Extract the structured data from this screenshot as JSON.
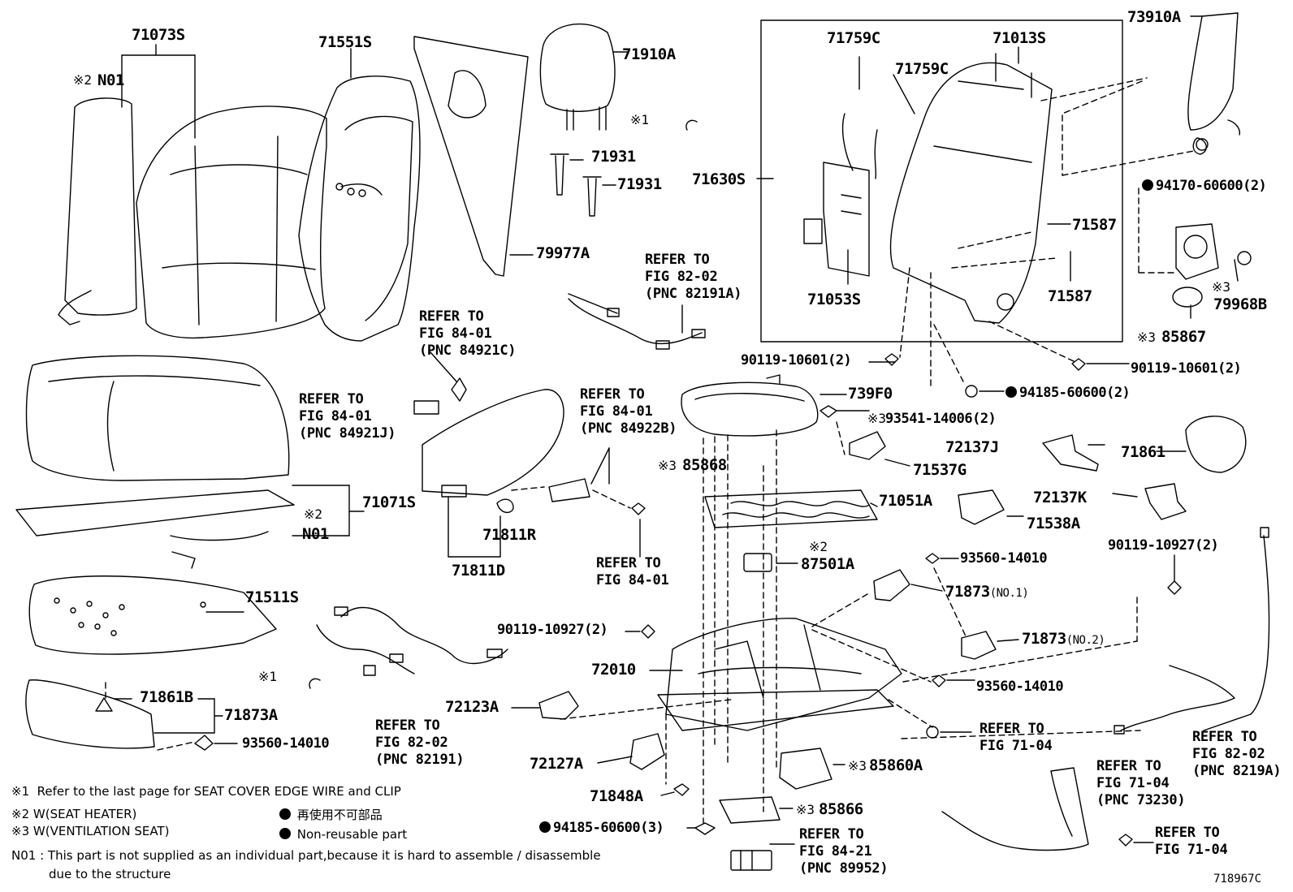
{
  "drawing_id": "718967C",
  "parts": {
    "p71073S": "71073S",
    "p71551S": "71551S",
    "p71910A": "71910A",
    "p71931a": "71931",
    "p71931b": "71931",
    "p79977A": "79977A",
    "pN01a": "N01",
    "pN01b": "N01",
    "p71071S": "71071S",
    "p71511S": "71511S",
    "p71861B": "71861B",
    "p71873A": "71873A",
    "p93560a": "93560-14010",
    "p71811R": "71811R",
    "p71811D": "71811D",
    "p71759Ca": "71759C",
    "p71759Cb": "71759C",
    "p71013S": "71013S",
    "p71630S": "71630S",
    "p71053S": "71053S",
    "p71587a": "71587",
    "p71587b": "71587",
    "p73910A": "73910A",
    "p94170": "94170-60600(2)",
    "p79968B": "79968B",
    "p85867": "85867",
    "p90119a": "90119-10601(2)",
    "p90119b": "90119-10601(2)",
    "p94185a": "94185-60600(2)",
    "p739F0": "739F0",
    "p93541": "93541-14006(2)",
    "p85868": "85868",
    "p72137J": "72137J",
    "p71537G": "71537G",
    "p71861": "71861",
    "p71051A": "71051A",
    "p72137K": "72137K",
    "p71538A": "71538A",
    "p87501A": "87501A",
    "p93560b": "93560-14010",
    "p90119c": "90119-10927(2)",
    "p71873a": "71873",
    "p71873b": "71873",
    "p90119d": "90119-10927(2)",
    "p72010": "72010",
    "p93560c": "93560-14010",
    "p72123A": "72123A",
    "p72127A": "72127A",
    "p85860A": "85860A",
    "p71848A": "71848A",
    "p85866": "85866",
    "p94185b": "94185-60600(3)"
  },
  "sub": {
    "no1": "(NO.1)",
    "no2": "(NO.2)"
  },
  "marks": {
    "m1a": "※1",
    "m1b": "※1",
    "m2a": "※2",
    "m2b": "※2",
    "m2c": "※2",
    "m3a": "※3",
    "m3b": "※3",
    "m3c": "※3",
    "m3d": "※3",
    "m3e": "※3",
    "m3f": "※3"
  },
  "refs": {
    "r82191A": "REFER TO\nFIG 82-02\n(PNC 82191A)",
    "r84921C": "REFER TO\nFIG 84-01\n(PNC 84921C)",
    "r84921J": "REFER TO\nFIG 84-01\n(PNC 84921J)",
    "r84922B": "REFER TO\nFIG 84-01\n(PNC 84922B)",
    "r8401": "REFER TO\nFIG 84-01",
    "r82191": "REFER TO\nFIG 82-02\n(PNC 82191)",
    "r7104a": "REFER TO\nFIG 71-04",
    "r73230": "REFER TO\nFIG 71-04\n(PNC 73230)",
    "r8219A": "REFER TO\nFIG 82-02\n(PNC 8219A)",
    "r7104b": "REFER TO\nFIG 71-04",
    "r89952": "REFER TO\nFIG 84-21\n(PNC 89952)"
  },
  "notes": {
    "n1_mark": "※1",
    "n1": "Refer to the last page for SEAT COVER EDGE WIRE and CLIP",
    "n2_mark": "※2",
    "n2": "W(SEAT HEATER)",
    "n3_mark": "※3",
    "n3": "W(VENTILATION SEAT)",
    "legend_jp": "再使用不可部品",
    "legend_en": "Non-reusable part",
    "n01_label": "N01 :",
    "n01_line1": "This part is not supplied as an individual part,because it is hard to assemble / disassemble",
    "n01_line2": "due to the structure"
  }
}
